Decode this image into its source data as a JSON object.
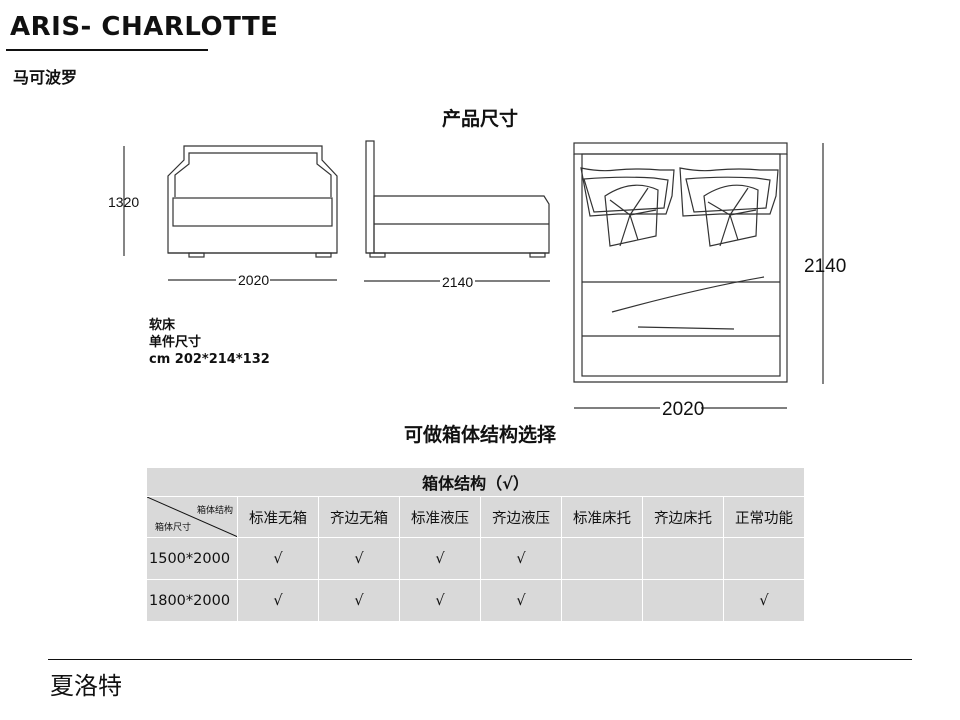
{
  "header": {
    "brand": "ARIS- CHARLOTTE",
    "subtitle": "马可波罗"
  },
  "product_size": {
    "title": "产品尺寸",
    "front_view": {
      "height_label": "1320",
      "width_label": "2020"
    },
    "side_view": {
      "length_label": "2140"
    },
    "top_view": {
      "length_label": "2140",
      "width_label": "2020"
    },
    "spec_lines": [
      "软床",
      "单件尺寸",
      "cm 202*214*132"
    ]
  },
  "box_structure": {
    "title": "可做箱体结构选择",
    "table": {
      "caption": "箱体结构（√）",
      "corner_top": "箱体结构",
      "corner_bottom": "箱体尺寸",
      "columns": [
        "标准无箱",
        "齐边无箱",
        "标准液压",
        "齐边液压",
        "标准床托",
        "齐边床托",
        "正常功能"
      ],
      "rows": [
        {
          "size": "1500*2000",
          "cells": [
            "√",
            "√",
            "√",
            "√",
            "",
            "",
            ""
          ]
        },
        {
          "size": "1800*2000",
          "cells": [
            "√",
            "√",
            "√",
            "√",
            "",
            "",
            "√"
          ]
        }
      ]
    }
  },
  "footer": {
    "name": "夏洛特"
  }
}
